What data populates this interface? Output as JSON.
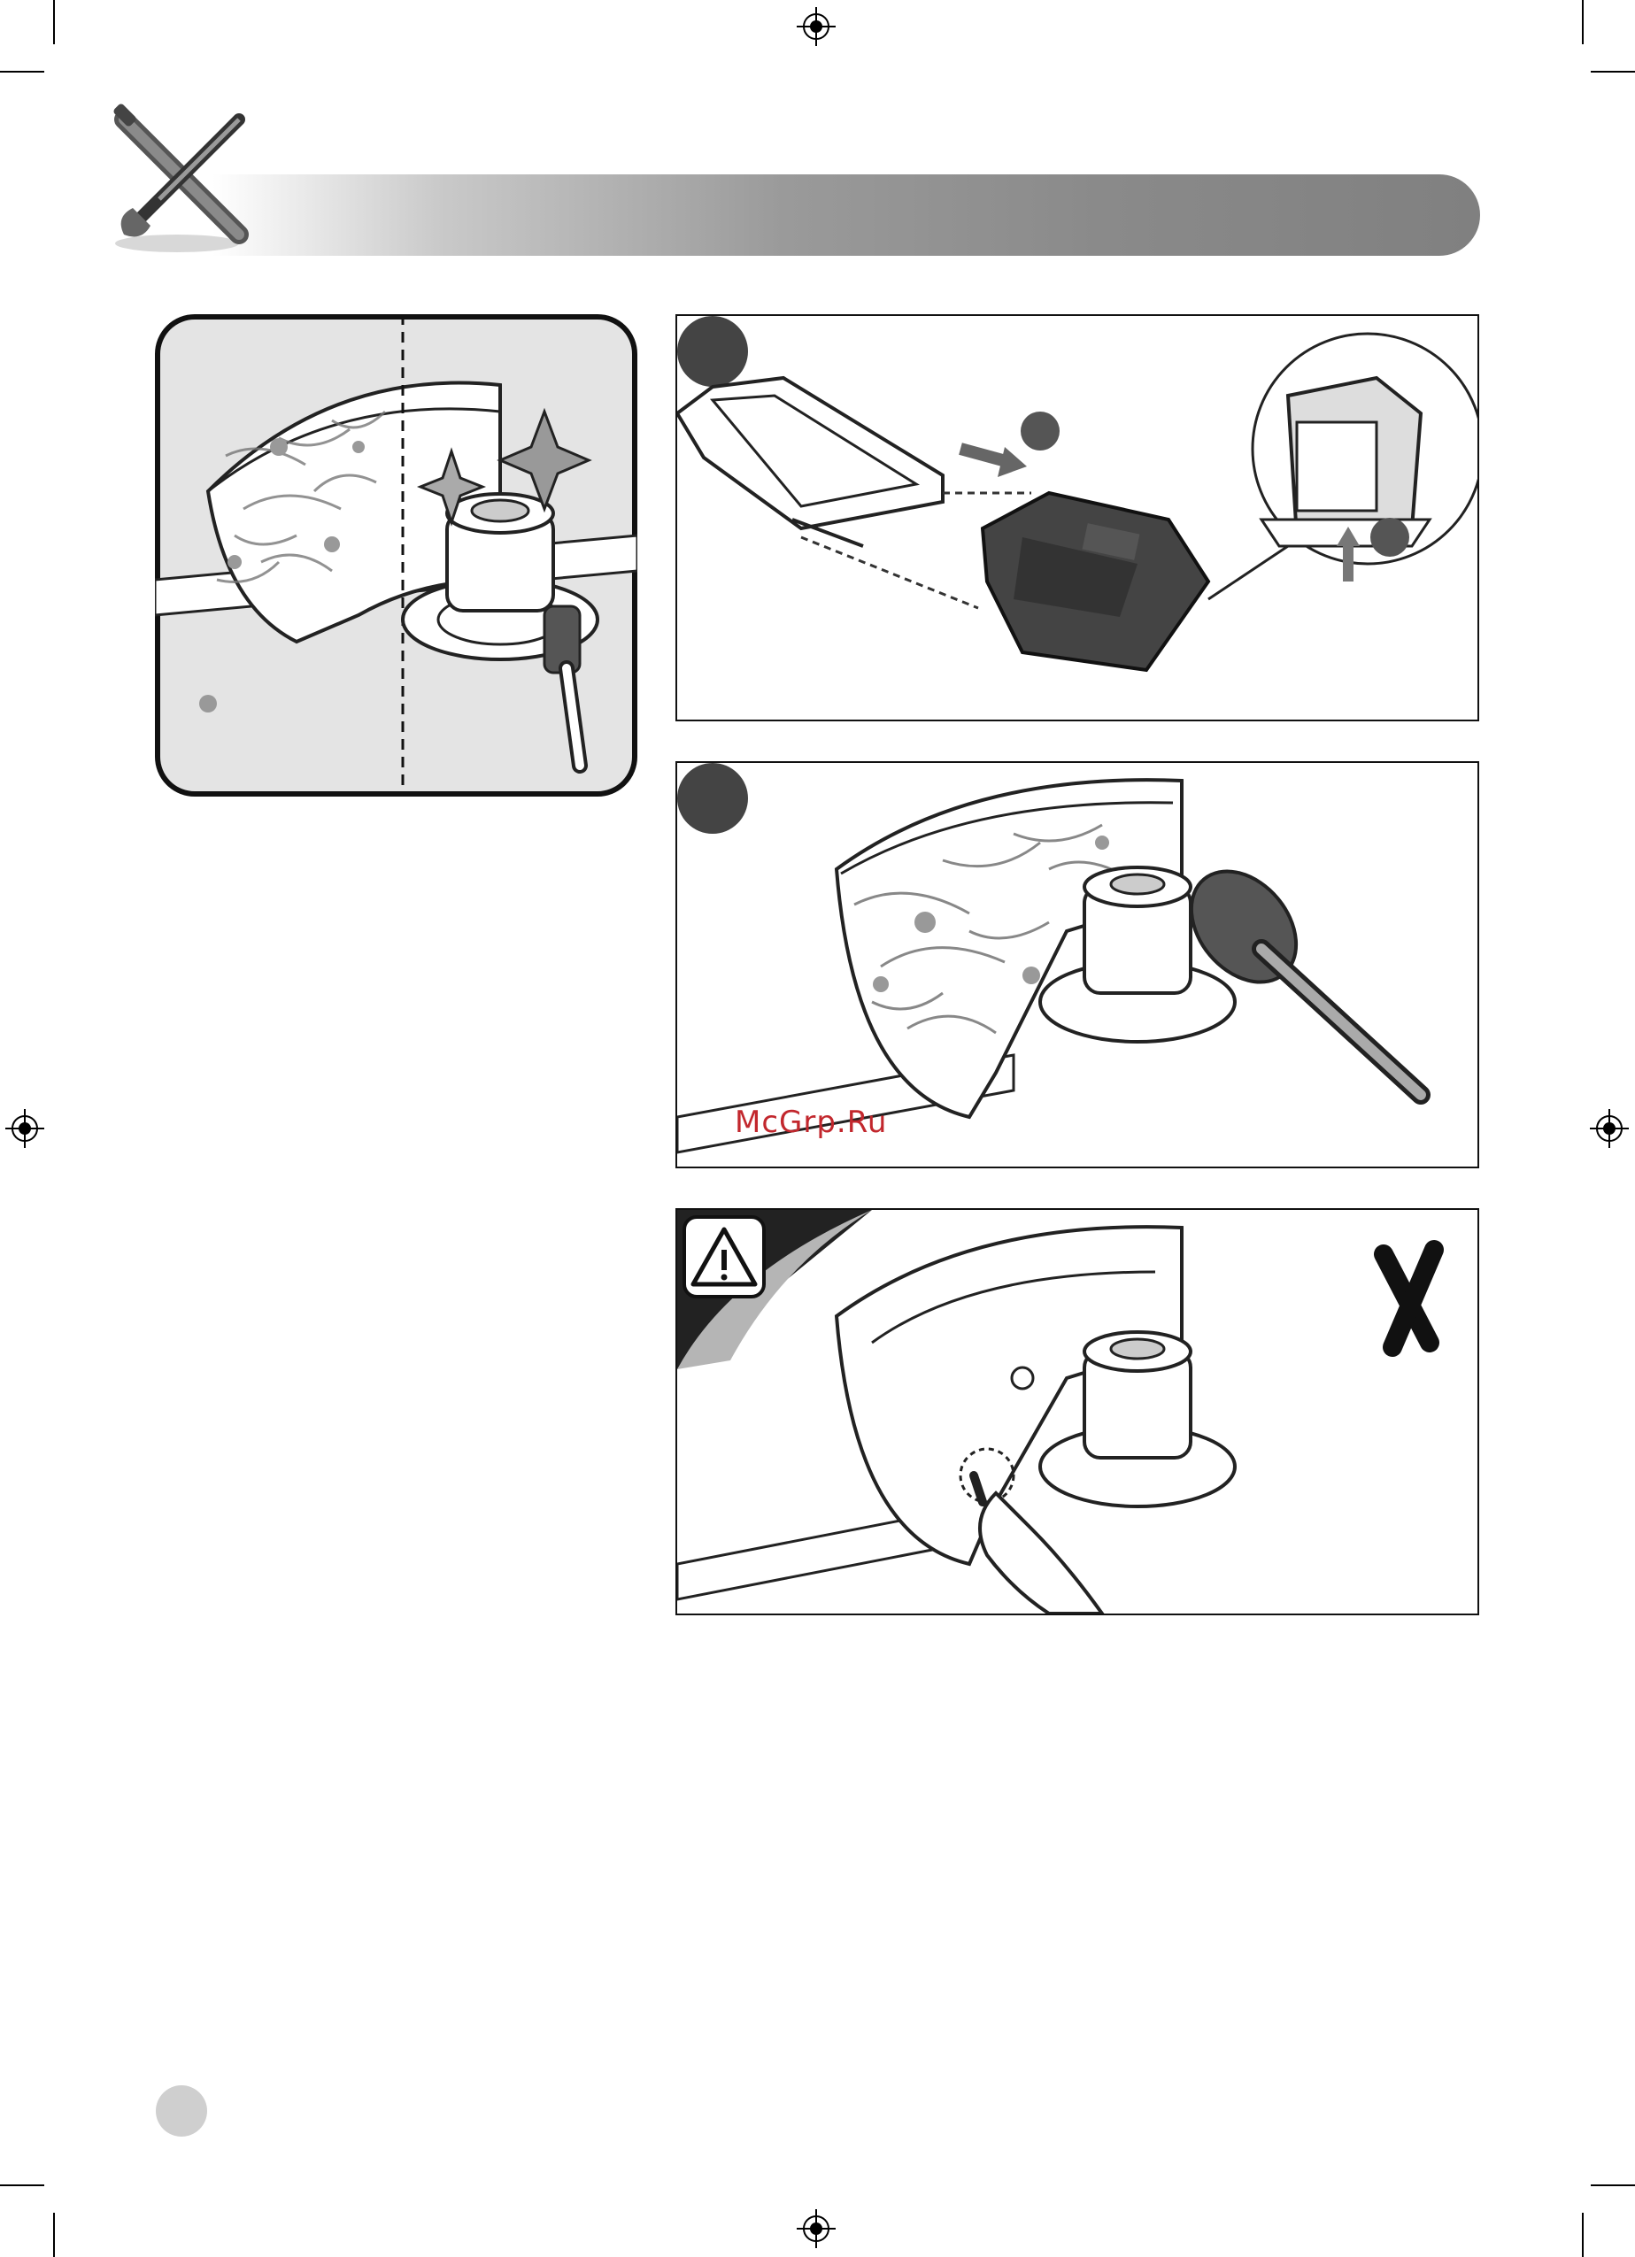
{
  "watermark": {
    "text": "McGrp.Ru",
    "color": "#c2272d"
  },
  "header": {
    "icon": "tools-icon",
    "bar_colors": [
      "#ffffff",
      "#808080"
    ]
  },
  "panels": [
    {
      "id": "clean-overview",
      "icon_names": [
        "grass-trimmer-guard-icon",
        "brush-icon",
        "sparkle-icon"
      ]
    },
    {
      "id": "step-remove-battery",
      "icon_names": [
        "battery-icon",
        "arrow-icon"
      ]
    },
    {
      "id": "step-brush-debris",
      "icon_names": [
        "grass-trimmer-guard-icon",
        "brush-icon"
      ]
    },
    {
      "id": "warning-no-hand",
      "icon_names": [
        "warning-triangle-icon",
        "cross-icon",
        "hand-icon"
      ]
    }
  ]
}
